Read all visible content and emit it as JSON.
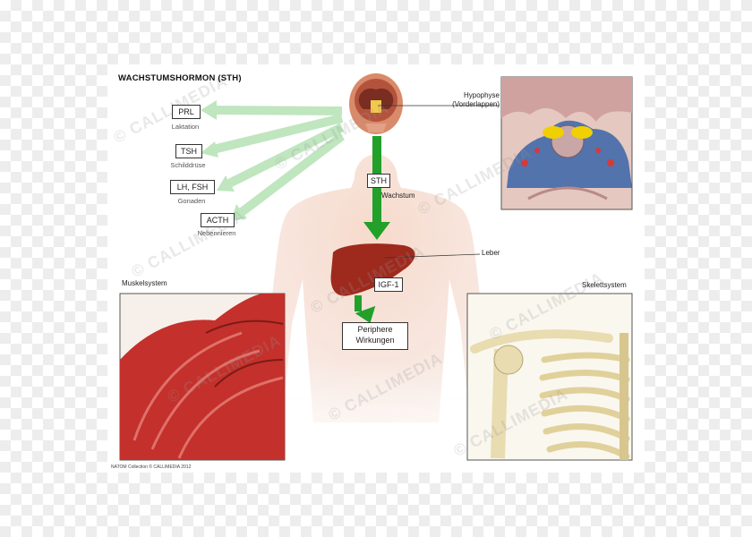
{
  "title": "WACHSTUMSHORMON (STH)",
  "hormones": [
    {
      "label": "PRL",
      "target": "Laktation"
    },
    {
      "label": "TSH",
      "target": "Schilddrüse"
    },
    {
      "label": "LH, FSH",
      "target": "Gonaden"
    },
    {
      "label": "ACTH",
      "target": "Nebennieren"
    }
  ],
  "sth": {
    "label": "STH",
    "effect": "Wachstum"
  },
  "igf": {
    "label": "IGF-1"
  },
  "peripheral": {
    "line1": "Periphere",
    "line2": "Wirkungen"
  },
  "liver_label": "Leber",
  "pituitary_label": {
    "line1": "Hypophyse",
    "line2": "(Vorderlappen)"
  },
  "muscle_label": "Muskelsystem",
  "skeleton_label": "Skelettsystem",
  "credit": "NATOM Collection © CALLIMEDIA 2012",
  "watermark": "© CALLIMEDIA",
  "colors": {
    "arrow_main": "#22a02a",
    "arrow_faded": "#bfe6bf",
    "muscle": "#c4302b",
    "bone": "#e8dcb0",
    "liver": "#9e2a1e"
  }
}
